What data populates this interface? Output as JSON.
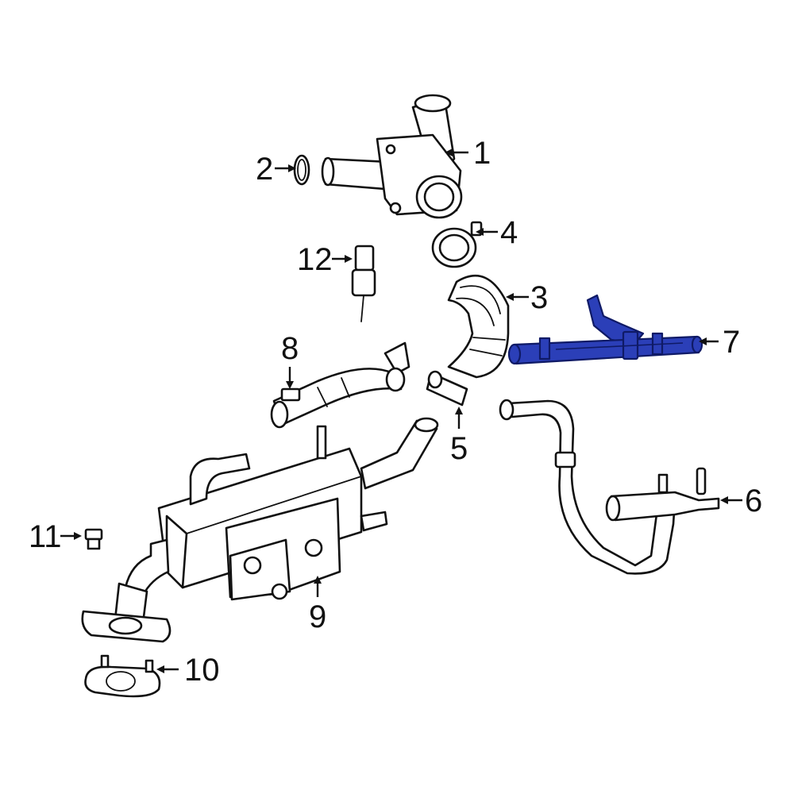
{
  "diagram": {
    "highlight_color": "#2b3fb8",
    "line_color": "#111111",
    "highlighted_part": "7",
    "callouts": [
      "1",
      "2",
      "3",
      "4",
      "5",
      "6",
      "7",
      "8",
      "9",
      "10",
      "11",
      "12"
    ]
  }
}
